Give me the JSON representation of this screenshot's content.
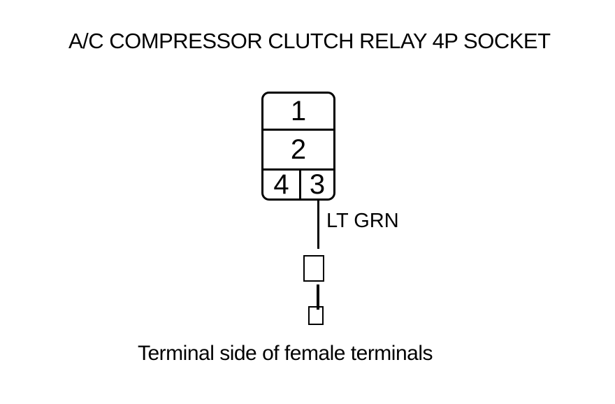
{
  "colors": {
    "ink": "#000000",
    "background": "#ffffff"
  },
  "diagram": {
    "title": "A/C COMPRESSOR CLUTCH RELAY 4P SOCKET",
    "connector": {
      "type": "4P socket",
      "pins": [
        "1",
        "2",
        "4",
        "3"
      ]
    },
    "wire": {
      "color_code": "LT GRN",
      "from_pin": "3"
    },
    "caption": "Terminal side of female terminals"
  }
}
